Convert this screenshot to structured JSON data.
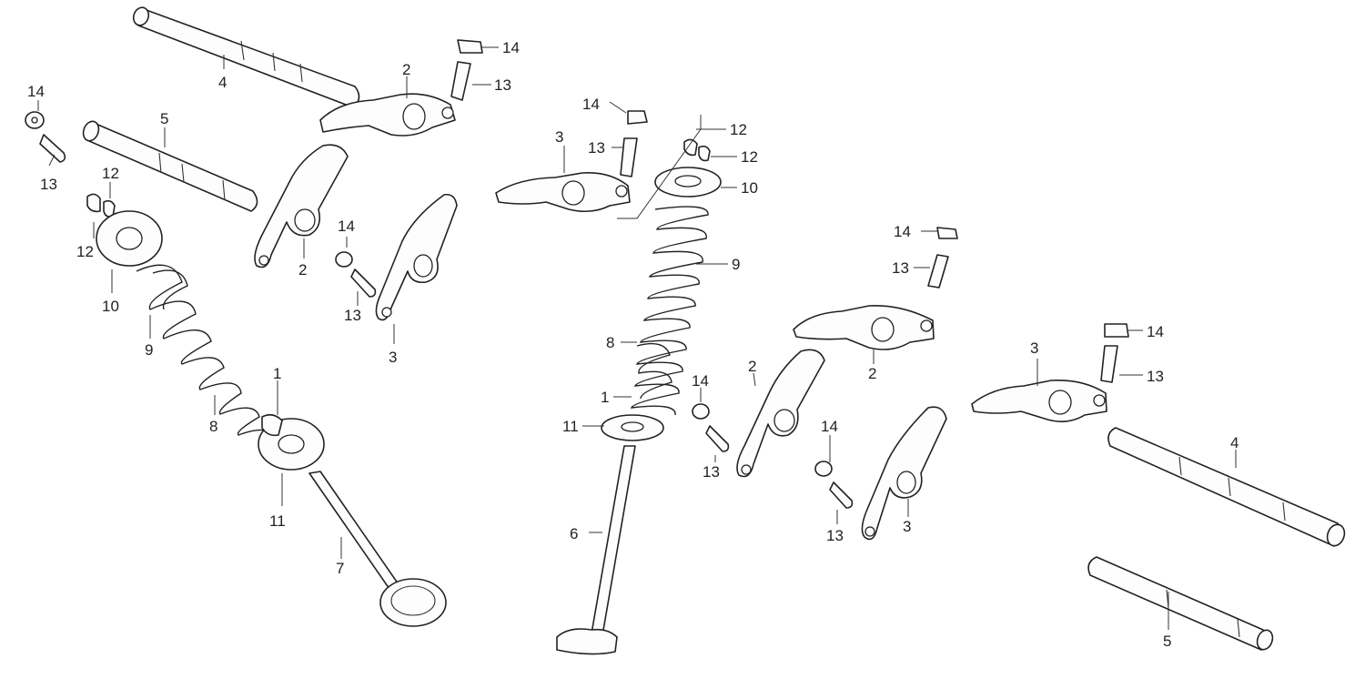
{
  "diagram": {
    "callouts": [
      "1",
      "2",
      "3",
      "4",
      "5",
      "6",
      "7",
      "8",
      "9",
      "10",
      "11",
      "12",
      "13",
      "14"
    ],
    "parts": [
      "valve-cotter",
      "rocker-arm",
      "rocker-arm",
      "rocker-shaft",
      "rocker-shaft",
      "valve-exhaust",
      "valve-intake",
      "inner-valve-spring",
      "outer-valve-spring",
      "spring-retainer",
      "spring-seat",
      "valve-cotter-half",
      "adjusting-screw",
      "lock-nut"
    ]
  }
}
